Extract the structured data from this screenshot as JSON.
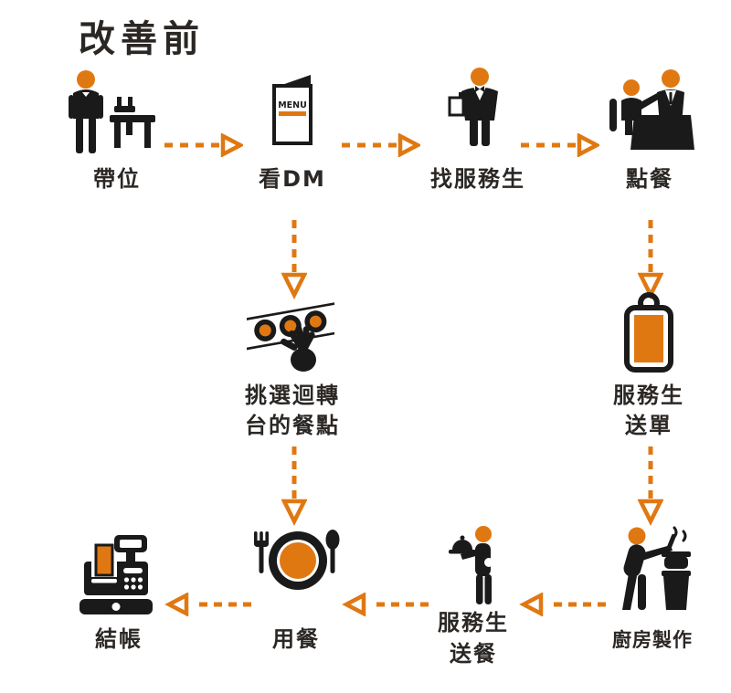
{
  "title": "改善前",
  "colors": {
    "accent_orange": "#E07812",
    "icon_black": "#1A1A1A",
    "text_dark": "#2B2724",
    "background": "#FFFFFF"
  },
  "menu_card_text": "MENU",
  "steps": {
    "seat": {
      "label": "帶位",
      "icon": "host-with-table-icon"
    },
    "view_dm": {
      "label": "看DM",
      "icon": "menu-card-icon"
    },
    "find_waiter": {
      "label": "找服務生",
      "icon": "waiter-icon"
    },
    "order": {
      "label": "點餐",
      "icon": "ordering-at-table-icon"
    },
    "pick_conveyor": {
      "line1": "挑選迴轉",
      "line2": "台的餐點",
      "icon": "conveyor-belt-hand-icon"
    },
    "send_order": {
      "line1": "服務生",
      "line2": "送單",
      "icon": "order-pad-icon"
    },
    "checkout": {
      "label": "結帳",
      "icon": "cash-register-icon"
    },
    "dine": {
      "label": "用餐",
      "icon": "plate-fork-spoon-icon"
    },
    "deliver_food": {
      "line1": "服務生",
      "line2": "送餐",
      "icon": "waiter-serving-tray-icon"
    },
    "kitchen": {
      "label": "廚房製作",
      "icon": "chef-cooking-icon"
    }
  },
  "arrows": {
    "style": "dashed",
    "color": "#E07812",
    "sequence": [
      "帶位→看DM",
      "看DM→找服務生",
      "找服務生→點餐",
      "看DM→挑選迴轉台的餐點",
      "點餐→服務生送單",
      "挑選迴轉台的餐點→用餐",
      "服務生送單→廚房製作",
      "廚房製作→服務生送餐",
      "服務生送餐→用餐",
      "用餐→結帳"
    ]
  }
}
